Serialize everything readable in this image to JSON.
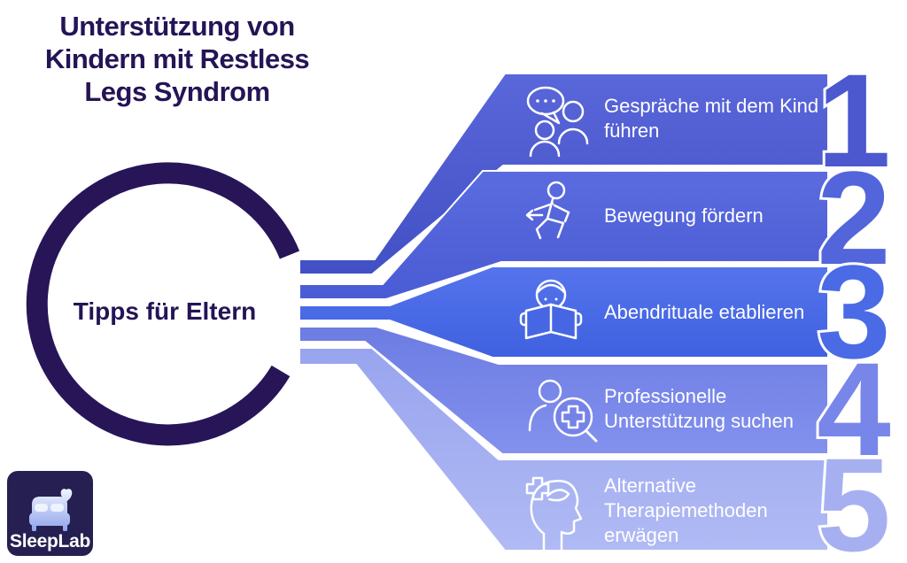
{
  "title": {
    "lines": [
      "Unterstützung von",
      "Kindern mit Restless",
      "Legs Syndrom"
    ],
    "color": "#251456"
  },
  "circle": {
    "label": "Tipps für Eltern",
    "ring_color": "#271558",
    "label_color": "#251456"
  },
  "banners": [
    {
      "number": "1",
      "icon": "chat-people-icon",
      "lines": [
        "Gespräche mit dem Kind",
        "führen"
      ],
      "color": "#4c58ce"
    },
    {
      "number": "2",
      "icon": "running-person-icon",
      "lines": [
        "Bewegung fördern"
      ],
      "color": "#5365da"
    },
    {
      "number": "3",
      "icon": "reading-person-icon",
      "lines": [
        "Abendrituale etablieren"
      ],
      "color": "#4a6ae6"
    },
    {
      "number": "4",
      "icon": "person-magnifier-plus-icon",
      "lines": [
        "Professionelle",
        "Unterstützung suchen"
      ],
      "color": "#7886e9"
    },
    {
      "number": "5",
      "icon": "head-therapy-plus-icon",
      "lines": [
        "Alternative",
        "Therapiemethoden",
        "erwägen"
      ],
      "color": "#a6b0f1"
    }
  ],
  "logo": {
    "text": "SleepLab",
    "icon": "bed-heart-icon",
    "background": "#252051"
  }
}
